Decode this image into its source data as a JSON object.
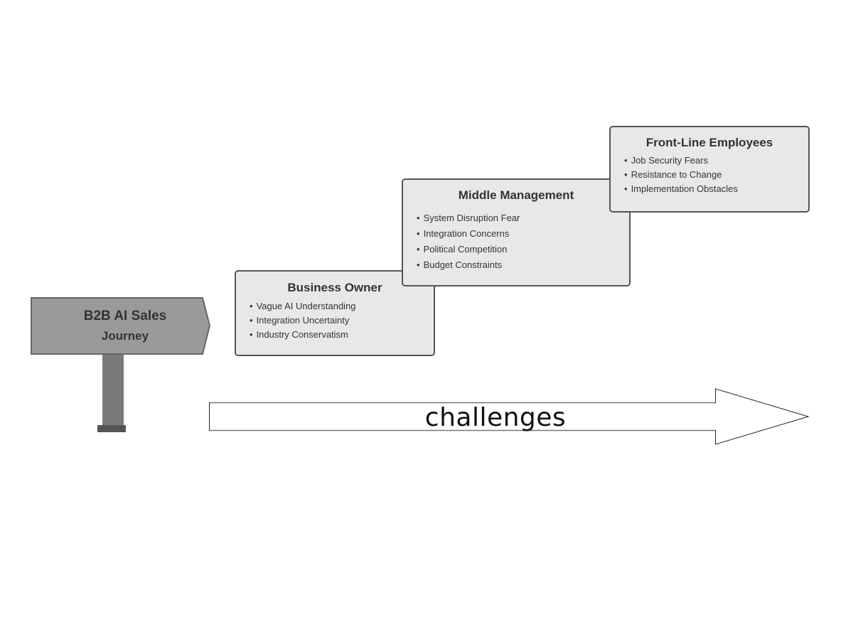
{
  "signpost": {
    "title": "B2B AI Sales",
    "subtitle": "Journey",
    "colors": {
      "board": "#9a9a9a",
      "board_stroke": "#666666",
      "post": "#7a7a7a",
      "base": "#555555"
    }
  },
  "stages": [
    {
      "title": "Business Owner",
      "items": [
        "Vague AI Understanding",
        "Integration Uncertainty",
        "Industry Conservatism"
      ]
    },
    {
      "title": "Middle Management",
      "items": [
        "System Disruption Fear",
        "Integration Concerns",
        "Political Competition",
        "Budget Constraints"
      ]
    },
    {
      "title": "Front-Line Employees",
      "items": [
        "Job Security Fears",
        "Resistance to Change",
        "Implementation Obstacles"
      ]
    }
  ],
  "arrow": {
    "label": "challenges",
    "direction": "right"
  },
  "colors": {
    "card_fill": "#e8e8e8",
    "card_border": "#555555",
    "text": "#333333"
  }
}
